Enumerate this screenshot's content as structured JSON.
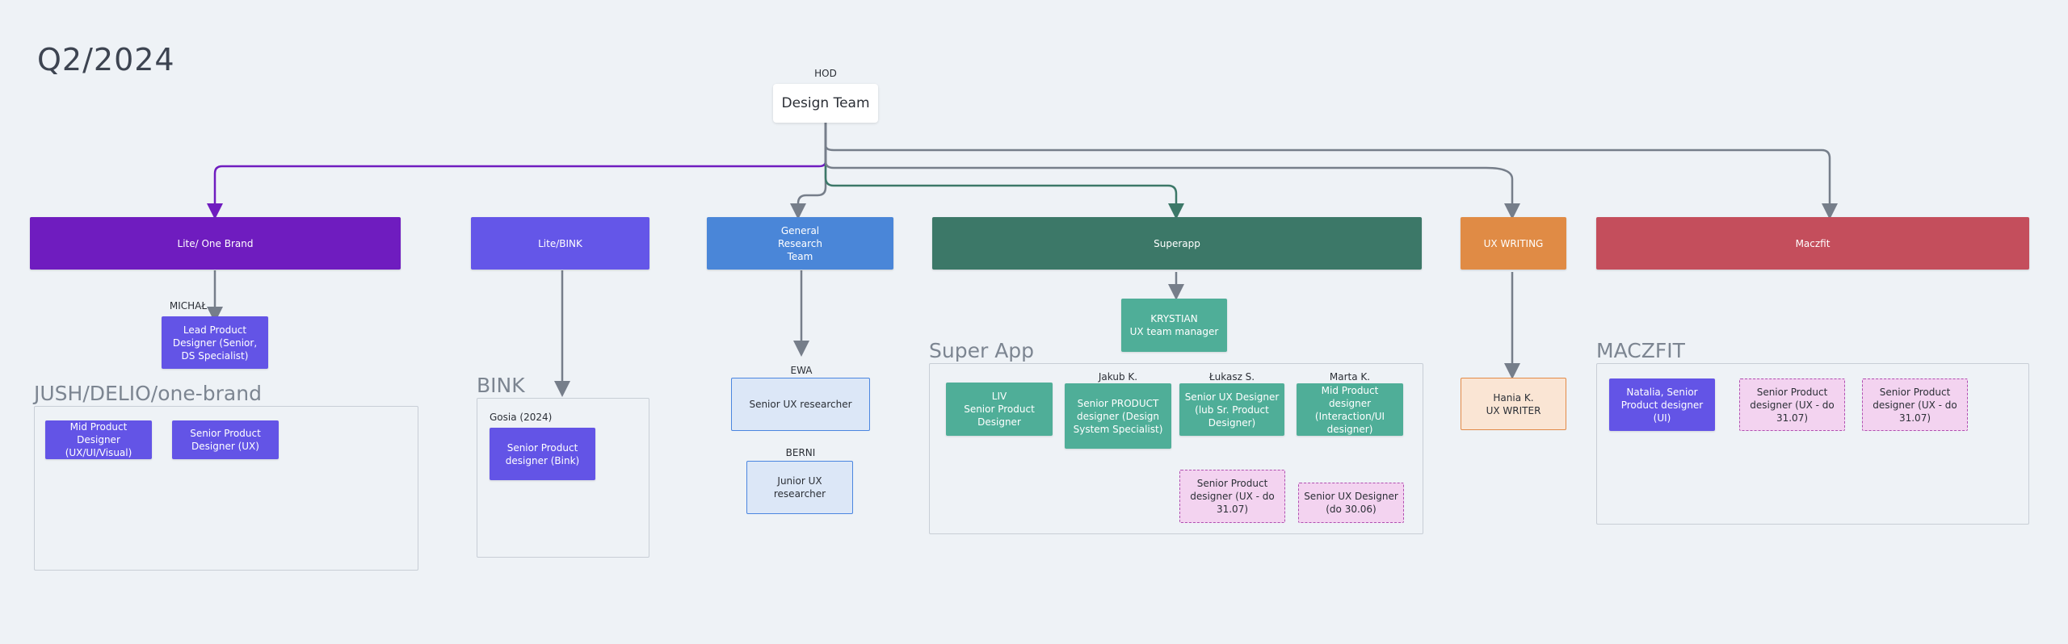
{
  "title": "Q2/2024",
  "root": {
    "label": "HOD",
    "name": "Design Team"
  },
  "departments": [
    {
      "id": "lite-one-brand",
      "label": "Lite/ One Brand",
      "color": "#6f1cbf"
    },
    {
      "id": "lite-bink",
      "label": "Lite/BINK",
      "color": "#6456e8"
    },
    {
      "id": "general-research",
      "label": "General\nResearch\nTeam",
      "color": "#4a86d8"
    },
    {
      "id": "superapp",
      "label": "Superapp",
      "color": "#3c7868"
    },
    {
      "id": "ux-writing",
      "label": "UX WRITING",
      "color": "#e08b45"
    },
    {
      "id": "maczfit",
      "label": "Maczfit",
      "color": "#c44e5c"
    }
  ],
  "lite_one_brand": {
    "lead_label": "MICHAŁ",
    "lead_role": "Lead Product Designer (Senior, DS Specialist)",
    "group_title": "JUSH/DELIO/one-brand",
    "members": [
      "Mid Product Designer (UX/UI/Visual)",
      "Senior Product Designer (UX)"
    ]
  },
  "bink": {
    "group_title": "BINK",
    "member_label": "Gosia (2024)",
    "member_role": "Senior Product designer (Bink)"
  },
  "research": {
    "member1_label": "EWA",
    "member1_role": "Senior UX researcher",
    "member2_label": "BERNI",
    "member2_role": "Junior UX researcher"
  },
  "superapp": {
    "manager": "KRYSTIAN\nUX team manager",
    "group_title": "Super App",
    "members": [
      {
        "label": "",
        "role": "LIV\nSenior Product Designer"
      },
      {
        "label": "Jakub K.",
        "role": "Senior PRODUCT designer (Design System Specialist)"
      },
      {
        "label": "Łukasz S.",
        "role": "Senior UX Designer (lub Sr. Product Designer)"
      },
      {
        "label": "Marta K.",
        "role": "Mid Product designer (Interaction/UI designer)"
      }
    ],
    "temps": [
      "Senior Product designer (UX - do 31.07)",
      "Senior UX Designer (do 30.06)"
    ]
  },
  "ux_writing": {
    "member": "Hania K.\nUX WRITER"
  },
  "maczfit": {
    "group_title": "MACZFIT",
    "member": "Natalia, Senior Product designer (UI)",
    "temps": [
      "Senior Product designer (UX - do 31.07)",
      "Senior Product designer (UX - do 31.07)"
    ]
  },
  "colors": {
    "connector": "#767e8a",
    "purple_connector": "#6f1cbf",
    "green_connector": "#3c7868"
  }
}
